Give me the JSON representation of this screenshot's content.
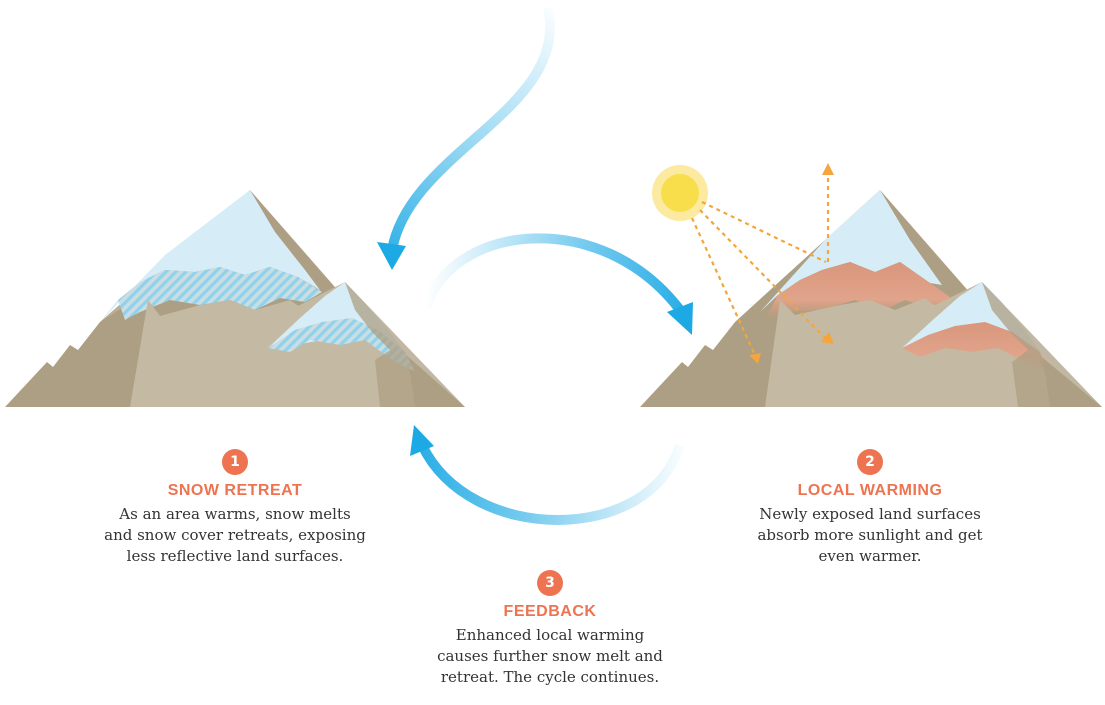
{
  "steps": [
    {
      "number": "1",
      "title": "SNOW RETREAT",
      "description": "As an area warms, snow melts\nand snow cover retreats, exposing\nless reflective land surfaces."
    },
    {
      "number": "2",
      "title": "LOCAL WARMING",
      "description": "Newly exposed land surfaces\nabsorb more sunlight and get\neven warmer."
    },
    {
      "number": "3",
      "title": "FEEDBACK",
      "description": "Enhanced local warming\ncauses further snow melt and\nretreat. The cycle continues."
    }
  ],
  "colors": {
    "accent": "#ee7451",
    "mountain": "#ad9f83",
    "mountain_light": "#c4baa3",
    "snow": "#d6ecf7",
    "snow_stripe": "#8fd2ec",
    "warm_ground": "#d9967c",
    "arrow": "#1da9e4",
    "sun": "#f8de4a",
    "sun_halo": "#fbeaa0",
    "sunlight": "#f4a53c"
  }
}
